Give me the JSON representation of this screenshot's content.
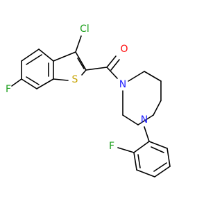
{
  "atoms": {
    "cl": {
      "text": "Cl",
      "color": "#1fa01f"
    },
    "o": {
      "text": "O",
      "color": "#ff0d0d"
    },
    "s": {
      "text": "S",
      "color": "#c6a300"
    },
    "f1": {
      "text": "F",
      "color": "#1fa01f"
    },
    "f2": {
      "text": "F",
      "color": "#1fa01f"
    },
    "n1": {
      "text": "N",
      "color": "#2222ff"
    },
    "n2": {
      "text": "N",
      "color": "#2222ff"
    }
  },
  "bond_color": "#000000"
}
